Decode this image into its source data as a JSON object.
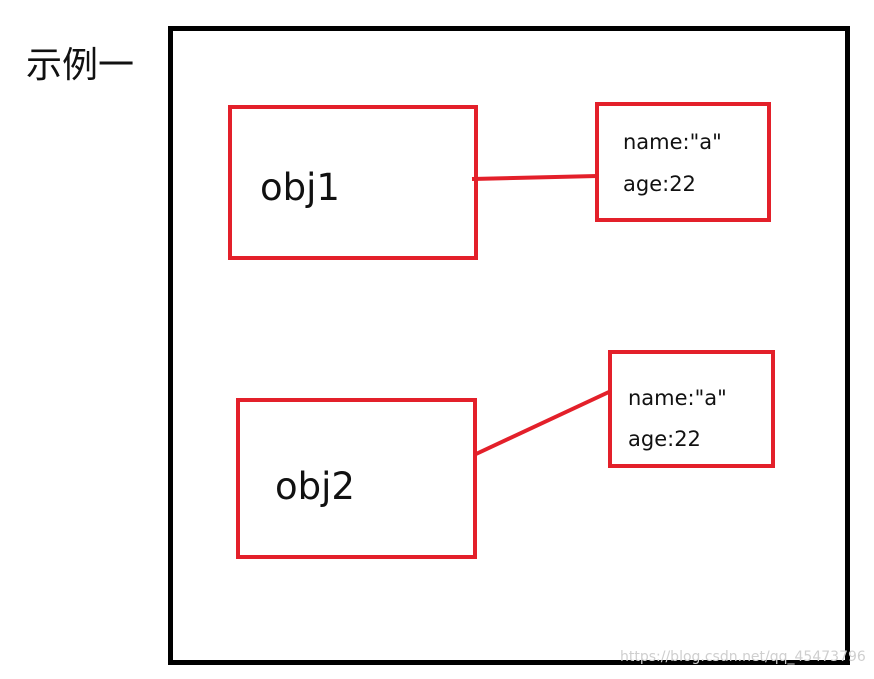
{
  "title": "示例一",
  "objects": [
    {
      "label": "obj1",
      "props": [
        "name:\"a\"",
        "age:22"
      ]
    },
    {
      "label": "obj2",
      "props": [
        "name:\"a\"",
        "age:22"
      ]
    }
  ],
  "watermark": "https://blog.csdn.net/qq_45473796",
  "colors": {
    "frame": "#000000",
    "box": "#e3202a",
    "text": "#111111"
  }
}
